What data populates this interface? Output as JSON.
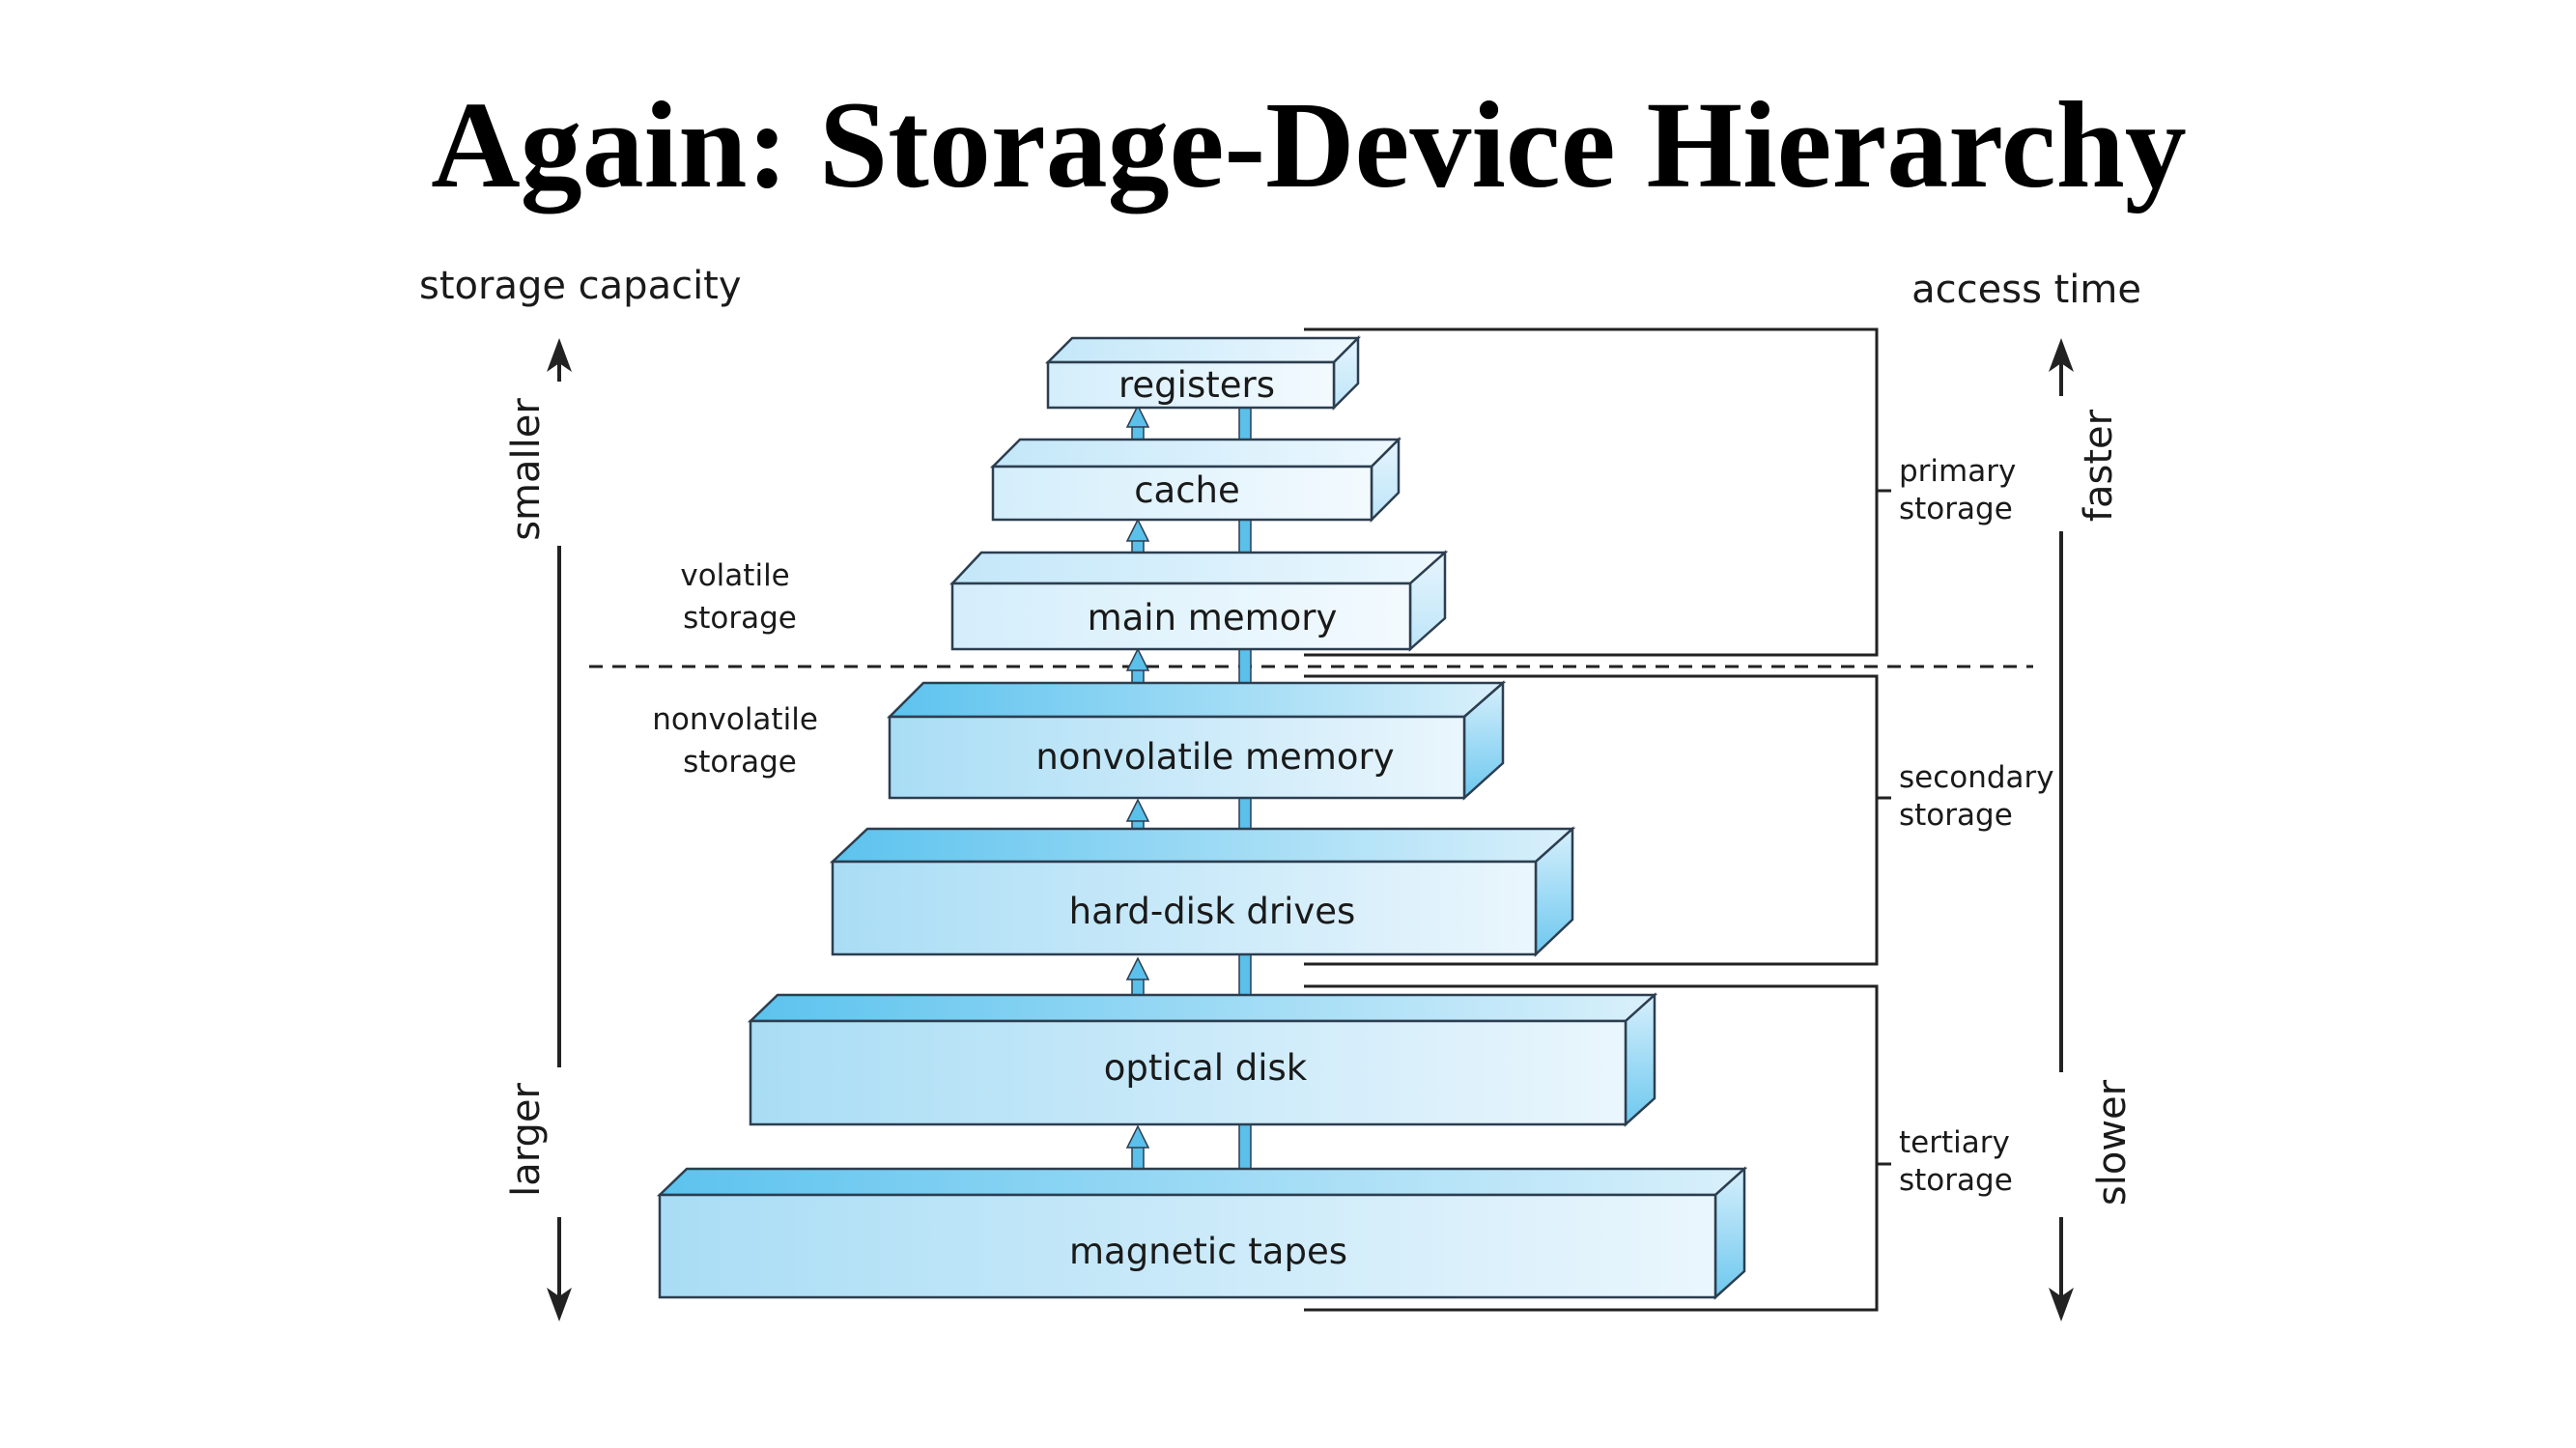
{
  "title": "Again: Storage-Device Hierarchy",
  "left_axis": {
    "heading": "storage capacity",
    "top_label": "smaller",
    "bottom_label": "larger"
  },
  "right_axis": {
    "heading": "access time",
    "top_label": "faster",
    "bottom_label": "slower"
  },
  "regions": {
    "volatile": [
      "volatile",
      "storage"
    ],
    "nonvolatile": [
      "nonvolatile",
      "storage"
    ]
  },
  "levels": [
    {
      "name": "registers"
    },
    {
      "name": "cache"
    },
    {
      "name": "main memory"
    },
    {
      "name": "nonvolatile memory"
    },
    {
      "name": "hard-disk drives"
    },
    {
      "name": "optical disk"
    },
    {
      "name": "magnetic tapes"
    }
  ],
  "brackets": [
    {
      "lines": [
        "primary",
        "storage"
      ]
    },
    {
      "lines": [
        "secondary",
        "storage"
      ]
    },
    {
      "lines": [
        "tertiary",
        "storage"
      ]
    }
  ],
  "colors": {
    "box_light": "#eaf6fd",
    "box_dark": "#a9ddf5",
    "box_edge": "#2c3e50",
    "arrow_fill": "#5bc0ea"
  }
}
